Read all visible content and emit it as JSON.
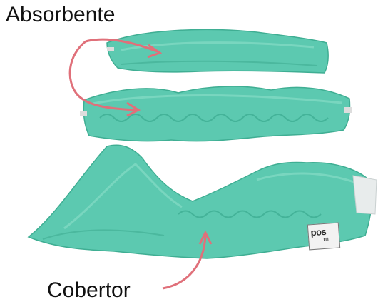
{
  "labels": {
    "absorbent": "Absorbente",
    "cover": "Cobertor"
  },
  "tag": {
    "brand": "pos",
    "brand_sub": "m"
  },
  "colors": {
    "fabric": "#5cc9b0",
    "fabric_dark": "#3fae93",
    "fabric_light": "#86dcc6",
    "arrow": "#e0707a",
    "background": "#ffffff",
    "text": "#111111"
  }
}
